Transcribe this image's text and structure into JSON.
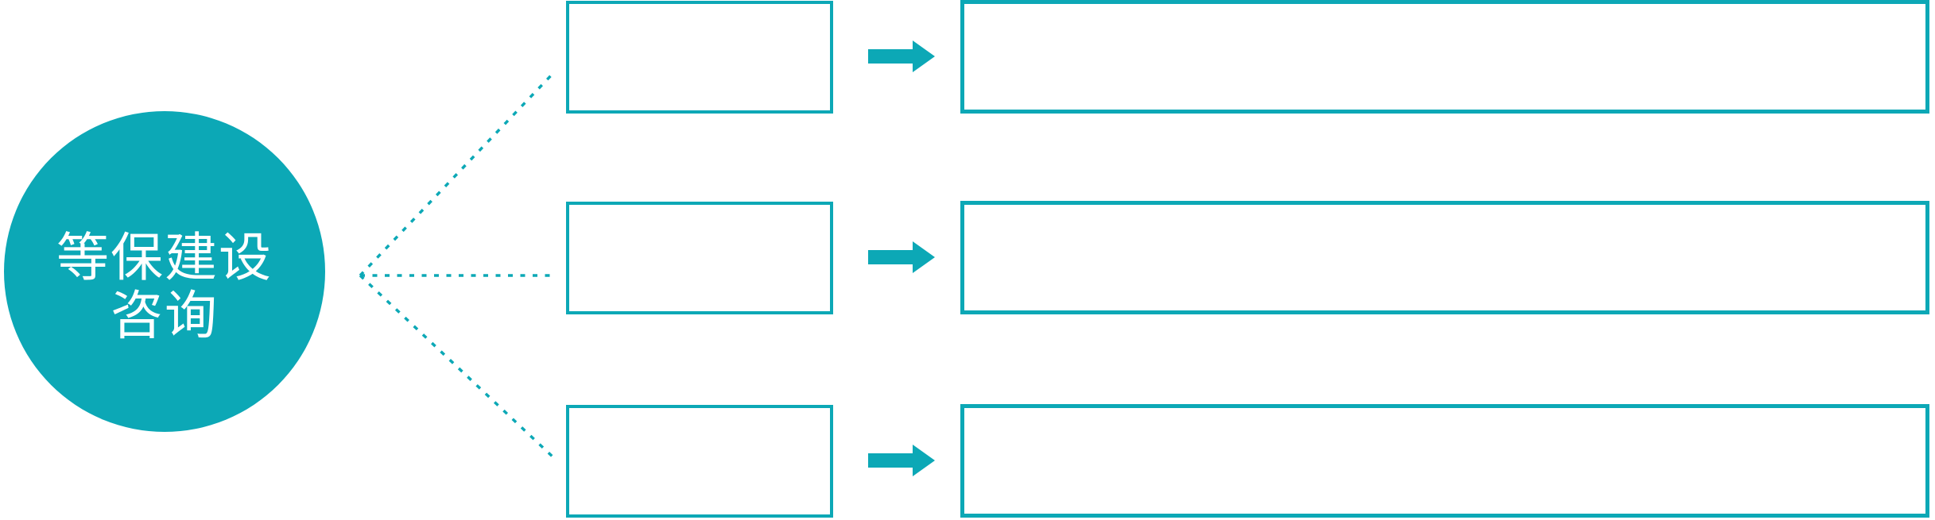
{
  "diagram": {
    "center_node": {
      "label_line1": "等保建设",
      "label_line2": "咨询"
    },
    "rows": [
      {
        "category_label": "",
        "description_label": ""
      },
      {
        "category_label": "",
        "description_label": ""
      },
      {
        "category_label": "",
        "description_label": ""
      }
    ],
    "icons": {
      "arrow": "arrow-right-icon",
      "connector": "dotted-branch-lines"
    },
    "colors": {
      "accent": "#0CA8B6",
      "node_text": "#FFFFFF",
      "background": "#FFFFFF"
    }
  }
}
